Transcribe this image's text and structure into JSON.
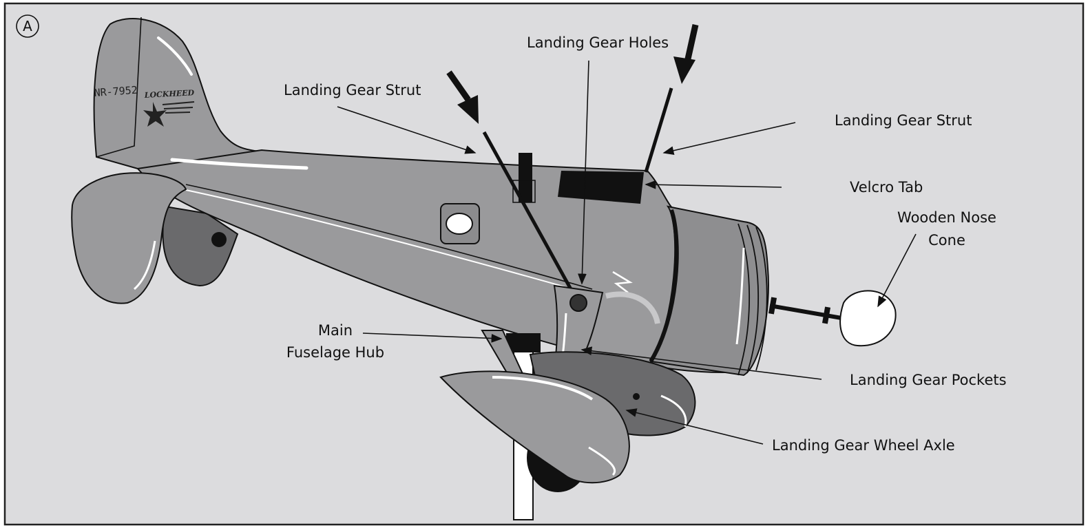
{
  "figure": {
    "badge": "A",
    "tail": {
      "registration": "NR-7952",
      "brand": "LOCKHEED"
    },
    "labels": {
      "landing_gear_strut_left": "Landing Gear Strut",
      "landing_gear_holes": "Landing Gear Holes",
      "landing_gear_strut_right": "Landing Gear Strut",
      "velcro_tab": "Velcro Tab",
      "wooden_nose_cone_line1": "Wooden Nose",
      "wooden_nose_cone_line2": "Cone",
      "main_fuselage_hub_line1": "Main",
      "main_fuselage_hub_line2": "Fuselage Hub",
      "landing_gear_pockets": "Landing Gear Pockets",
      "landing_gear_wheel_axle": "Landing Gear Wheel Axle"
    },
    "colors": {
      "background": "#dcdcde",
      "frame": "#222222",
      "body": "#9a9a9c",
      "dark_body": "#6a6a6c",
      "light": "#c8c8ca",
      "black": "#111111",
      "white": "#ffffff"
    }
  }
}
